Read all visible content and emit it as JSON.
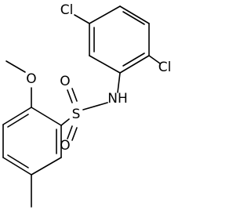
{
  "molecule": {
    "atoms": {
      "cl_top": "Cl",
      "cl_right": "Cl",
      "nh": "NH",
      "s": "S",
      "o_top": "O",
      "o_bottom": "O",
      "o_methoxy": "O"
    }
  }
}
